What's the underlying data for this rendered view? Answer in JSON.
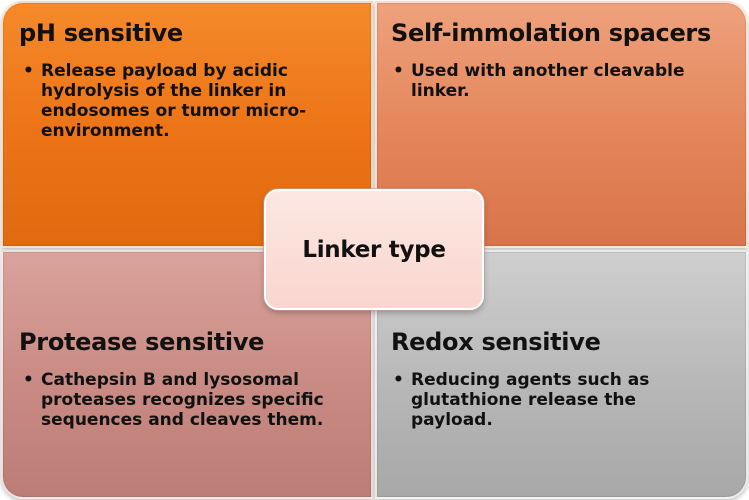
{
  "center": {
    "label": "Linker type"
  },
  "quadrants": {
    "top_left": {
      "title": "pH sensitive",
      "color": "#ec7316",
      "bullets": [
        "Release payload by acidic hydrolysis of the linker in endosomes or tumor micro-environment."
      ]
    },
    "top_right": {
      "title": "Self-immolation spacers",
      "color": "#e4845a",
      "bullets": [
        "Used with another cleavable linker."
      ]
    },
    "bottom_left": {
      "title": "Protease sensitive",
      "color": "#c88a82",
      "bullets": [
        "Cathepsin B and lysosomal proteases recognizes specific sequences and cleaves them."
      ]
    },
    "bottom_right": {
      "title": "Redox sensitive",
      "color": "#b7b7b7",
      "bullets": [
        "Reducing agents such as glutathione release the payload."
      ]
    }
  }
}
